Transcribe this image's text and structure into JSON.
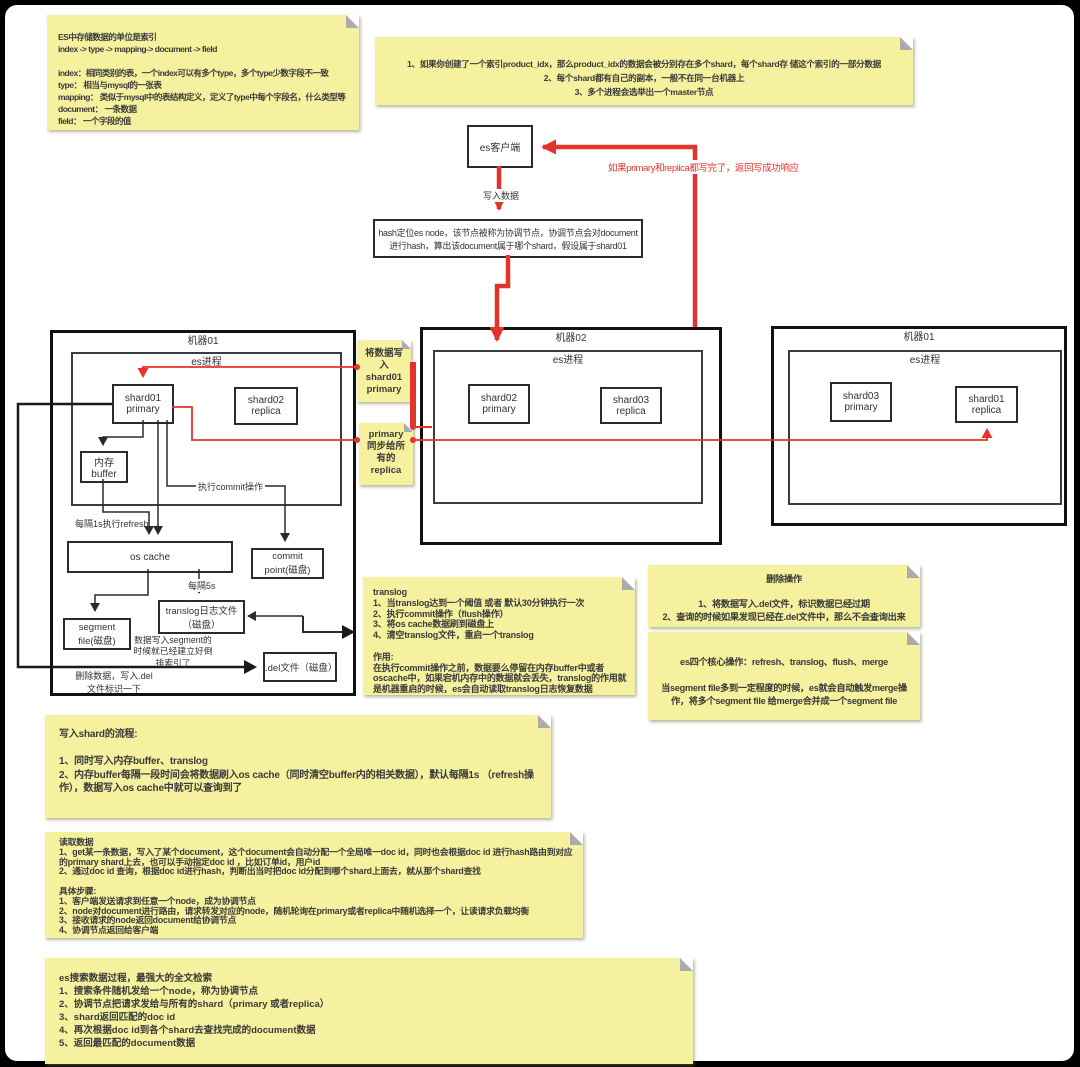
{
  "colors": {
    "note_bg": "#f5f19e",
    "red": "#e3342b",
    "line": "#333333"
  },
  "notes": {
    "index_note": "ES中存储数据的单位是索引\nindex -> type -> mapping-> document -> field\n\nindex：相同类别的表，一个index可以有多个type，多个type少数字段不一致\ntype： 相当与mysql的一张表\nmapping： 类似于mysql中的表结构定义，定义了type中每个字段名，什么类型等\ndocument： 一条数据\nfield：  一个字段的值",
    "shards_note": "1、如果你创建了一个索引product_idx，那么product_idx的数据会被分别存在多个shard，每个shard存 储这个索引的一部分数据\n2、每个shard都有自己的副本，一般不在同一台机器上\n3、多个进程会选举出一个master节点",
    "write_primary": "将数据写入shard01 primary",
    "sync_replica": "primary 同步给所有的 replica",
    "translog_note": "translog\n1、当translog达到一个阈值 或者 默认30分钟执行一次\n2、执行commit操作（flush操作）\n3、将os cache数据刷到磁盘上\n4、清空translog文件，重启一个translog\n\n作用:\n在执行commit操作之前，数据要么停留在内存buffer中或者oscache中，如果宕机内存中的数据就会丢失，translog的作用就是机器重启的时候，es会自动读取translog日志恢复数据",
    "delete_note": "删除操作\n\n1、将数据写入.del文件，标识数据已经过期\n2、查询的时候如果发现已经在.del文件中，那么不会查询出来",
    "core_note": "es四个核心操作：refresh、translog、flush、merge\n\n当segment file多到一定程度的时候，es就会自动触发merge操作，将多个segment file 给merge合并成一个segment file",
    "write_flow": "写入shard的流程:\n\n1、同时写入内存buffer、translog\n2、内存buffer每隔一段时间会将数据刷入os cache（同时清空buffer内的相关数据），默认每隔1s （refresh操作），数据写入os cache中就可以查询到了",
    "read_note": "读取数据\n1、get某一条数据，写入了某个document，这个document会自动分配一个全局唯一doc id，同时也会根据doc id 进行hash路由到对应的primary shard上去，也可以手动指定doc id ，比如订单id，用户id\n2、通过doc id 查询，根据doc id进行hash，判断出当时把doc id分配到哪个shard上面去，就从那个shard查找\n\n具体步骤:\n1、客户端发送请求到任意一个node，成为协调节点\n2、node对document进行路由，请求转发对应的node，随机轮询在primary或者replica中随机选择一个，让读请求负载均衡\n3、接收请求的node返回document给协调节点\n4、协调节点返回给客户端",
    "search_note": "es搜索数据过程，最强大的全文检索\n1、搜索条件随机发给一个node，称为协调节点\n2、协调节点把请求发给与所有的shard（primary 或者replica）\n3、shard返回匹配的doc id\n4、再次根据doc id到各个shard去查找完成的document数据\n5、返回最匹配的document数据"
  },
  "boxes": {
    "es_client": "es客户端",
    "hash_node": "hash定位es node，该节点被称为协调节点，协调节点会对document进行hash，算出该document属于哪个shard，假设属于shard01"
  },
  "machine1": {
    "title": "机器01",
    "process": "es进程",
    "shard_a": "shard01\nprimary",
    "shard_b": "shard02\nreplica",
    "buffer": "内存\nbuffer",
    "os_cache": "os cache",
    "commit": "commit\npoint(磁盘)",
    "translog": "translog日志文件\n（磁盘）",
    "segment": "segment\nfile(磁盘)",
    "del": ".del文件（磁盘）"
  },
  "machine2": {
    "title": "机器02",
    "process": "es进程",
    "shard_a": "shard02\nprimary",
    "shard_b": "shard03\nreplica"
  },
  "machine3": {
    "title": "机器01",
    "process": "es进程",
    "shard_a": "shard03\nprimary",
    "shard_b": "shard01\nreplica"
  },
  "labels": {
    "write_data": "写入数据",
    "response": "如果primary和replica都写完了，返回写成功响应",
    "commit_op": "执行commit操作",
    "refresh": "每隔1s执行refresh",
    "every_5s": "每隔5s",
    "segment_built": "数据写入segment的\n时候就已经建立好倒\n排索引了",
    "delete_mark": "删除数据，写入.del\n文件标识一下"
  }
}
